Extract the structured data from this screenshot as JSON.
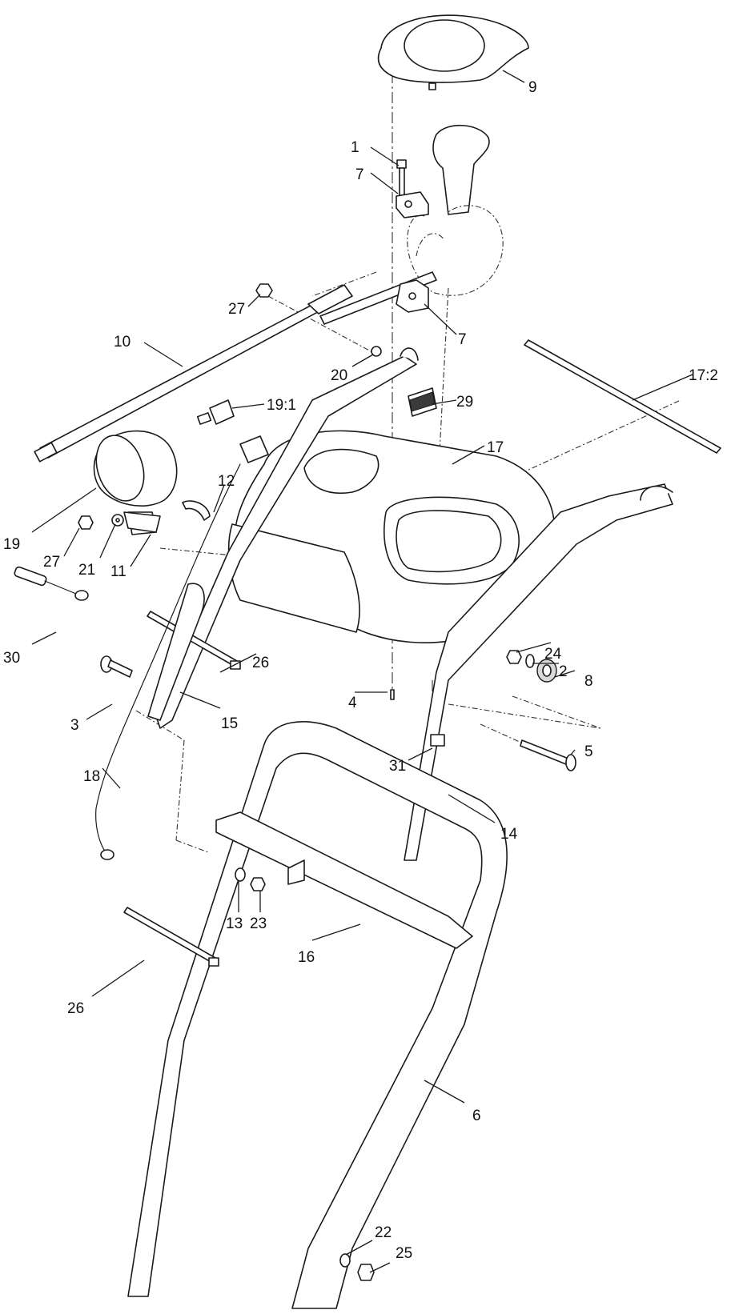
{
  "diagram": {
    "callouts": [
      {
        "id": "c-9",
        "label": "9"
      },
      {
        "id": "c-1",
        "label": "1"
      },
      {
        "id": "c-7a",
        "label": "7"
      },
      {
        "id": "c-27a",
        "label": "27"
      },
      {
        "id": "c-7b",
        "label": "7"
      },
      {
        "id": "c-10",
        "label": "10"
      },
      {
        "id": "c-20",
        "label": "20"
      },
      {
        "id": "c-17-2",
        "label": "17:2"
      },
      {
        "id": "c-19-1",
        "label": "19:1"
      },
      {
        "id": "c-29",
        "label": "29"
      },
      {
        "id": "c-17",
        "label": "17"
      },
      {
        "id": "c-12",
        "label": "12"
      },
      {
        "id": "c-19",
        "label": "19"
      },
      {
        "id": "c-27b",
        "label": "27"
      },
      {
        "id": "c-21",
        "label": "21"
      },
      {
        "id": "c-11",
        "label": "11"
      },
      {
        "id": "c-30",
        "label": "30"
      },
      {
        "id": "c-26a",
        "label": "26"
      },
      {
        "id": "c-24",
        "label": "24"
      },
      {
        "id": "c-2",
        "label": "2"
      },
      {
        "id": "c-8",
        "label": "8"
      },
      {
        "id": "c-4",
        "label": "4"
      },
      {
        "id": "c-3",
        "label": "3"
      },
      {
        "id": "c-15",
        "label": "15"
      },
      {
        "id": "c-5",
        "label": "5"
      },
      {
        "id": "c-31",
        "label": "31"
      },
      {
        "id": "c-18",
        "label": "18"
      },
      {
        "id": "c-14",
        "label": "14"
      },
      {
        "id": "c-13",
        "label": "13"
      },
      {
        "id": "c-23",
        "label": "23"
      },
      {
        "id": "c-16",
        "label": "16"
      },
      {
        "id": "c-26b",
        "label": "26"
      },
      {
        "id": "c-6",
        "label": "6"
      },
      {
        "id": "c-22",
        "label": "22"
      },
      {
        "id": "c-25",
        "label": "25"
      }
    ]
  }
}
